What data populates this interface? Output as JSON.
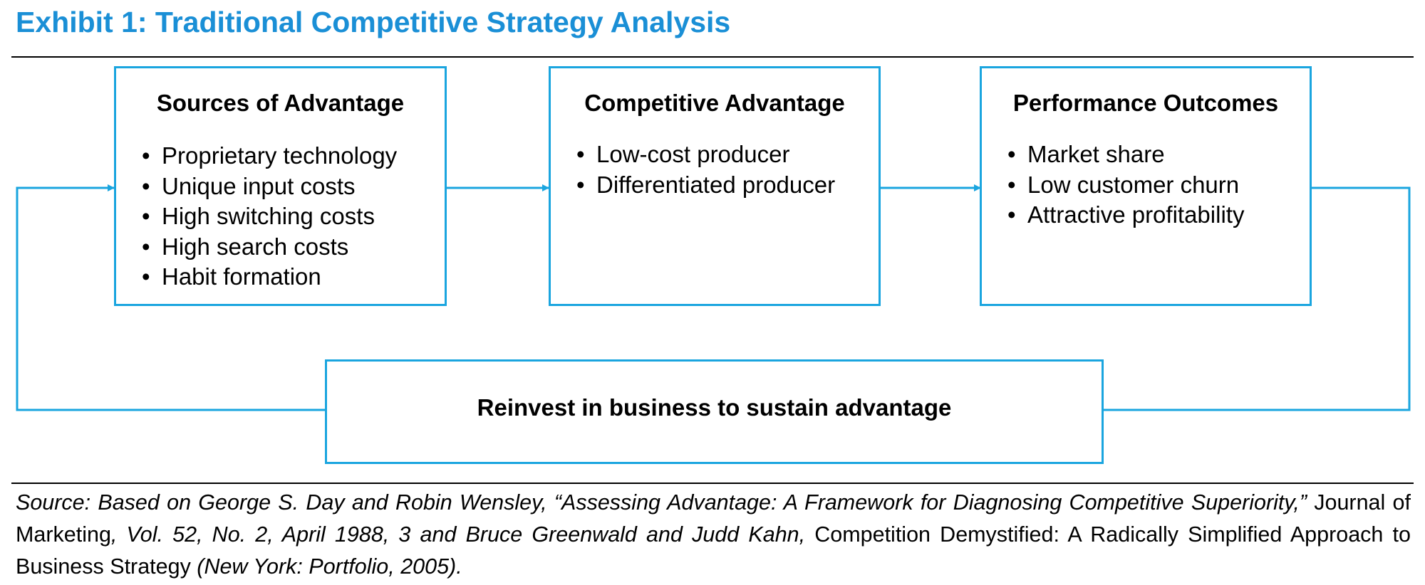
{
  "title": "Exhibit 1: Traditional Competitive Strategy Analysis",
  "boxes": {
    "sources": {
      "title": "Sources of Advantage",
      "items": [
        "Proprietary technology",
        "Unique input costs",
        "High switching costs",
        "High search costs",
        "Habit formation"
      ]
    },
    "competitive": {
      "title": "Competitive Advantage",
      "items": [
        "Low-cost producer",
        "Differentiated producer"
      ]
    },
    "performance": {
      "title": "Performance Outcomes",
      "items": [
        "Market share",
        "Low customer churn",
        "Attractive profitability"
      ]
    },
    "reinvest": {
      "title": "Reinvest in business to sustain advantage"
    }
  },
  "bullet": "•",
  "source": {
    "part1": "Source: Based on George S. Day and Robin Wensley, “Assessing Advantage: A Framework for Diagnosing Competitive Superiority,”",
    "part2": " Journal of Marketing",
    "part3": ", Vol. 52, No. 2, April 1988, 3 and Bruce Greenwald and Judd Kahn,",
    "part4": " Competition Demystified: A Radically Simplified Approach to Business Strategy ",
    "part5": "(New York: Portfolio, 2005)."
  },
  "colors": {
    "title": "#1a8fd6",
    "connector": "#1aa5df",
    "rule": "#000000"
  }
}
